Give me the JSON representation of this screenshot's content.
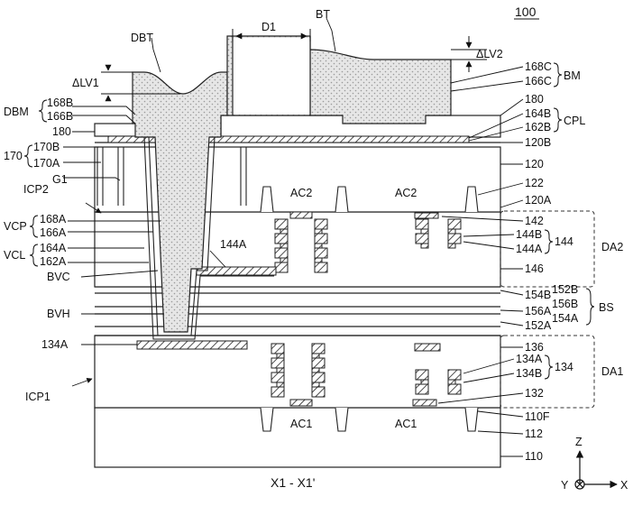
{
  "figure_number": "100",
  "caption": "X1 - X1'",
  "axes": {
    "z": "Z",
    "y": "Y",
    "x": "X"
  },
  "labels": {
    "dbt": "DBT",
    "bt": "BT",
    "d1": "D1",
    "dlv1": "ΔLV1",
    "dlv2": "ΔLV2",
    "dbm": "DBM",
    "b168": "168B",
    "b166": "166B",
    "n180_left": "180",
    "n170": "170",
    "b170": "170B",
    "a170": "170A",
    "g1": "G1",
    "icp2": "ICP2",
    "vcp": "VCP",
    "a168": "168A",
    "a166": "166A",
    "vcl": "VCL",
    "a164": "164A",
    "a162": "162A",
    "bvc": "BVC",
    "bvh": "BVH",
    "a134_left": "134A",
    "icp1": "ICP1",
    "a144_mid": "144A",
    "ac2_1": "AC2",
    "ac2_2": "AC2",
    "ac1_1": "AC1",
    "ac1_2": "AC1",
    "c168": "168C",
    "c166": "166C",
    "bm": "BM",
    "n180_right": "180",
    "b164": "164B",
    "b162": "162B",
    "cpl": "CPL",
    "b120": "120B",
    "n120": "120",
    "n122": "122",
    "a120": "120A",
    "n142": "142",
    "b144": "144B",
    "a144": "144A",
    "n144": "144",
    "da2": "DA2",
    "n146": "146",
    "b154": "154B",
    "b152": "152B",
    "b156": "156B",
    "bs": "BS",
    "a156": "156A",
    "a154": "154A",
    "a152": "152A",
    "n136": "136",
    "a134": "134A",
    "b134": "134B",
    "n134": "134",
    "da1": "DA1",
    "n132": "132",
    "f110": "110F",
    "n112": "112",
    "n110": "110"
  }
}
